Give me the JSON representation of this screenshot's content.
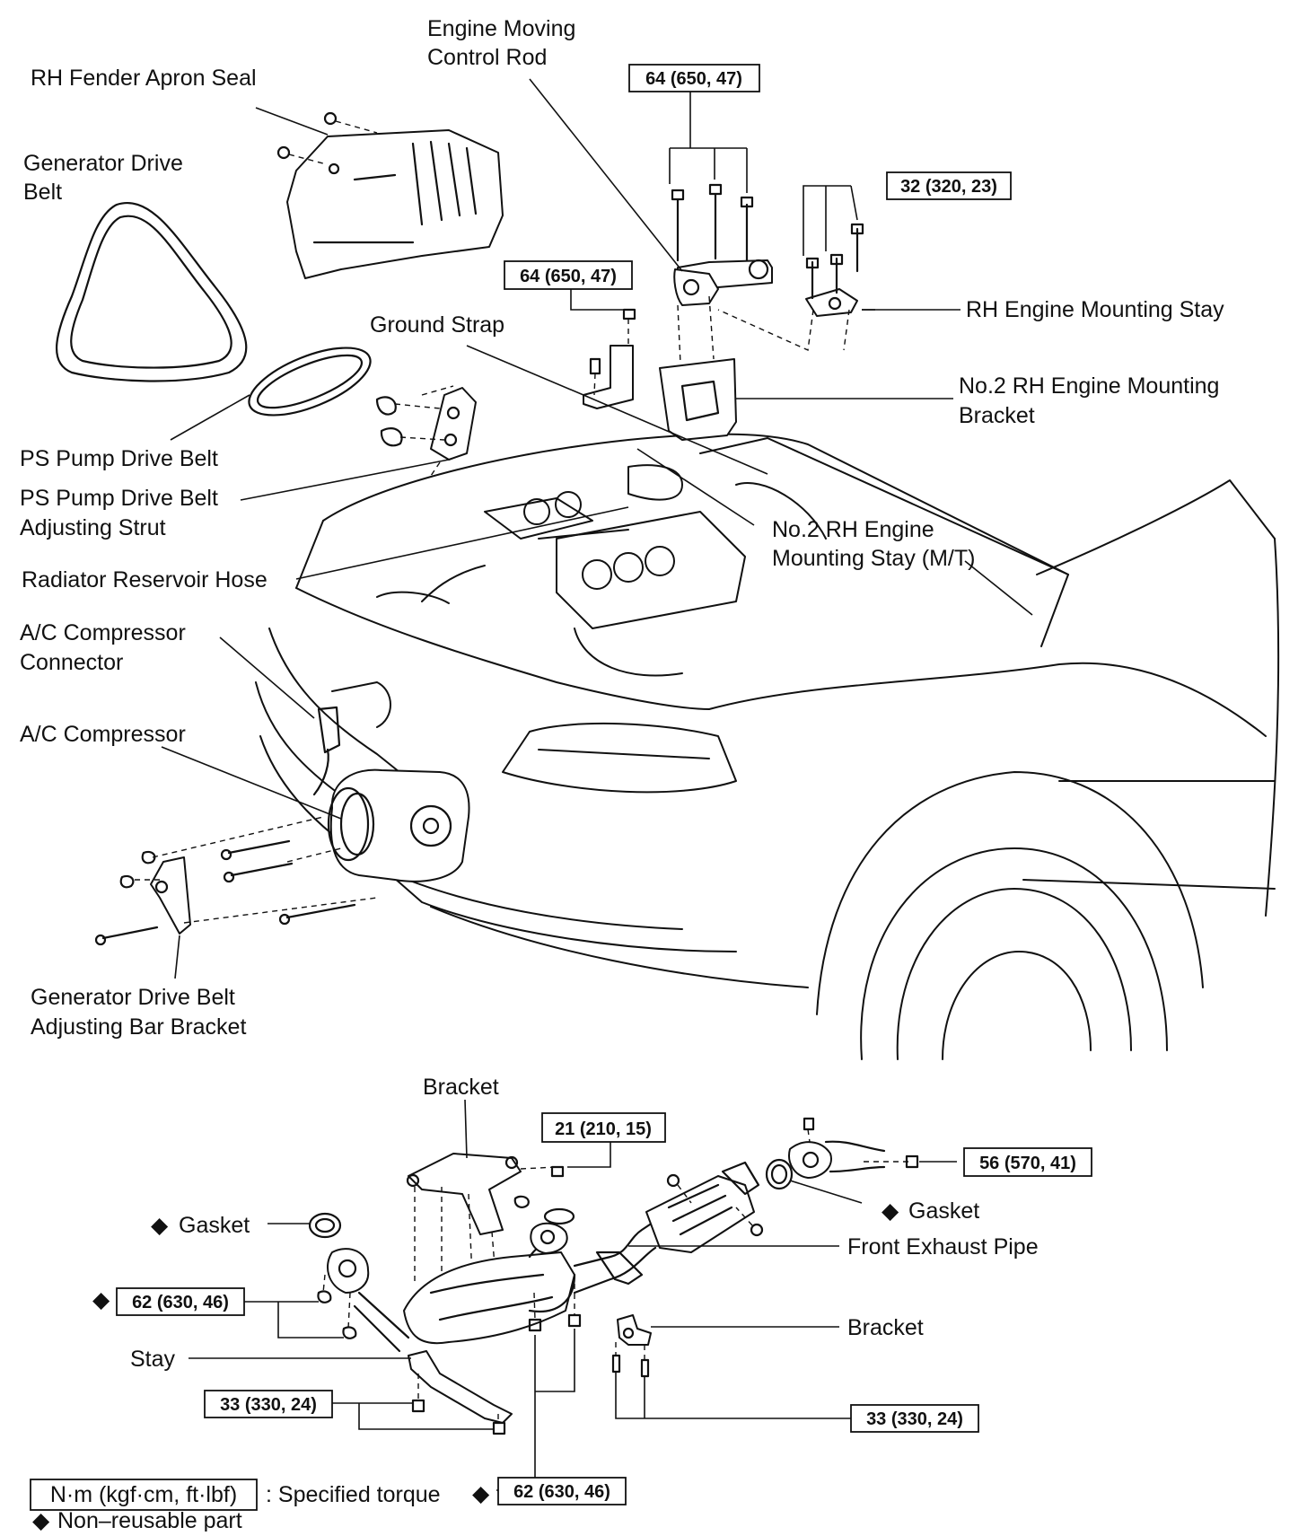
{
  "labels": {
    "engine_moving_control_rod": [
      "Engine Moving",
      "Control Rod"
    ],
    "rh_fender_apron_seal": "RH Fender Apron Seal",
    "generator_drive_belt": [
      "Generator Drive",
      "Belt"
    ],
    "ground_strap": "Ground Strap",
    "rh_engine_mounting_stay": "RH Engine Mounting Stay",
    "no2_rh_engine_mounting_bracket": [
      "No.2 RH Engine Mounting",
      "Bracket"
    ],
    "ps_pump_drive_belt": "PS Pump Drive Belt",
    "ps_pump_drive_belt_adjusting_strut": [
      "PS Pump Drive Belt",
      "Adjusting Strut"
    ],
    "no2_rh_engine_mounting_stay_mt": [
      "No.2 RH Engine",
      "Mounting Stay (M/T)"
    ],
    "radiator_reservoir_hose": "Radiator Reservoir Hose",
    "ac_compressor_connector": [
      "A/C Compressor",
      "Connector"
    ],
    "ac_compressor": "A/C Compressor",
    "generator_drive_belt_adjusting_bar_bracket": [
      "Generator Drive Belt",
      "Adjusting Bar Bracket"
    ],
    "bracket_top": "Bracket",
    "gasket_left": "Gasket",
    "gasket_right": "Gasket",
    "front_exhaust_pipe": "Front Exhaust Pipe",
    "bracket_right": "Bracket",
    "stay": "Stay"
  },
  "torque": {
    "control_rod_bolts": "64 (650, 47)",
    "stay_bolts": "32 (320, 23)",
    "bracket_bolt": "64 (650, 47)",
    "exhaust_bracket": "21 (210, 15)",
    "exhaust_rear_flange": "56 (570, 41)",
    "exhaust_front_flange": "62 (630, 46)",
    "stay_bottom": "33 (330, 24)",
    "bracket_bottom": "33 (330, 24)",
    "exhaust_bottom": "62 (630, 46)"
  },
  "legend": {
    "unit_box": "N·m (kgf·cm, ft·lbf)",
    "unit_text": ": Specified torque",
    "nonreusable": "Non–reusable part",
    "diamond": "◆"
  }
}
